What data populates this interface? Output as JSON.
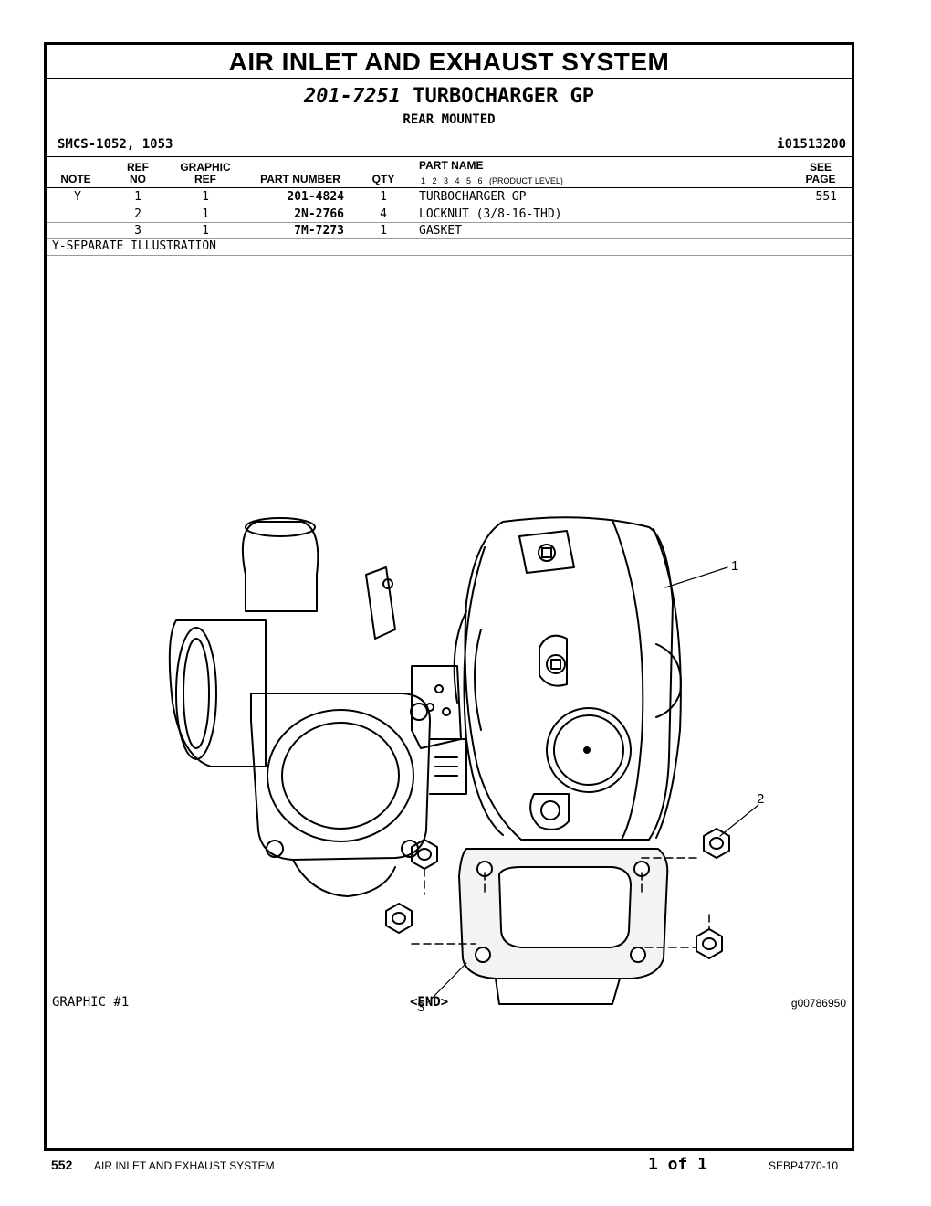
{
  "header": {
    "system_title": "AIR INLET AND EXHAUST SYSTEM",
    "group_part_number": "201-7251",
    "group_name": "TURBOCHARGER GP",
    "subtitle": "REAR MOUNTED",
    "smcs": "SMCS-1052, 1053",
    "illustration_id": "i01513200"
  },
  "columns": {
    "note": "NOTE",
    "ref_no_1": "REF",
    "ref_no_2": "NO",
    "graphic_ref_1": "GRAPHIC",
    "graphic_ref_2": "REF",
    "part_number": "PART NUMBER",
    "qty": "QTY",
    "part_name": "PART NAME",
    "product_levels": "1   2   3   4   5   6   (PRODUCT LEVEL)",
    "see_page_1": "SEE",
    "see_page_2": "PAGE"
  },
  "rows": [
    {
      "note": "Y",
      "ref_no": "1",
      "graphic_ref": "1",
      "part_number": "201-4824",
      "qty": "1",
      "part_name": "TURBOCHARGER GP",
      "see_page": "551"
    },
    {
      "note": "",
      "ref_no": "2",
      "graphic_ref": "1",
      "part_number": "2N-2766",
      "qty": "4",
      "part_name": "LOCKNUT (3/8-16-THD)",
      "see_page": ""
    },
    {
      "note": "",
      "ref_no": "3",
      "graphic_ref": "1",
      "part_number": "7M-7273",
      "qty": "1",
      "part_name": "GASKET",
      "see_page": ""
    }
  ],
  "footnote": "Y-SEPARATE ILLUSTRATION",
  "graphic": {
    "label": "GRAPHIC #1",
    "end_marker": "<END>",
    "graphic_id": "g00786950",
    "callouts": [
      "1",
      "2",
      "3"
    ]
  },
  "footer": {
    "page_number": "552",
    "system": "AIR INLET AND EXHAUST SYSTEM",
    "page_count": "1 of 1",
    "document_id": "SEBP4770-10"
  }
}
